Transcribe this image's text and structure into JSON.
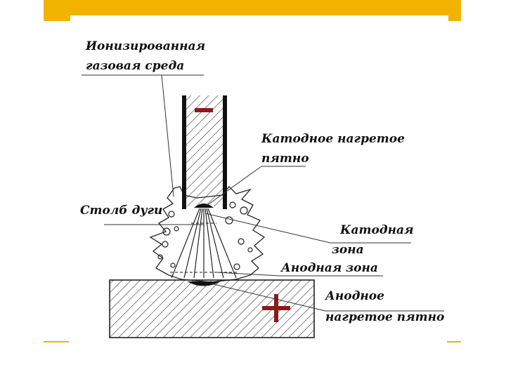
{
  "slide": {
    "accent_color": "#f0b400",
    "sign_color": "#8b1a1a"
  },
  "labels": {
    "ionized_line1": "Ионизированная",
    "ionized_line2": "газовая среда",
    "cathode_spot_line1": "Катодное нагретое",
    "cathode_spot_line2": "пятно",
    "arc_column": "Столб дуги",
    "cathode_zone_line1": "Катодная",
    "cathode_zone_line2": "зона",
    "anode_zone": "Анодная зона",
    "anode_spot_line1": "Анодное",
    "anode_spot_line2": "нагретое пятно"
  },
  "signs": {
    "minus": "minus-sign-icon",
    "plus": "plus-sign-icon"
  }
}
